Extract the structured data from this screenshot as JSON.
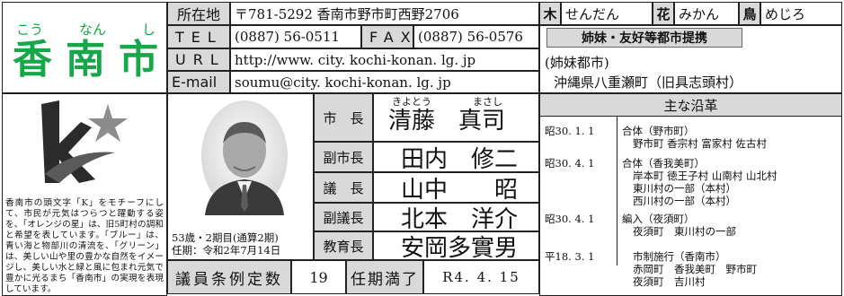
{
  "city": {
    "reading": [
      "こう",
      "なん",
      "し"
    ],
    "name": [
      "香",
      "南",
      "市"
    ]
  },
  "address": {
    "label": "所在地",
    "value": "〒781-5292  香南市野市町西野2706"
  },
  "tel": {
    "label": "TEL",
    "value": "(0887) 56-0511"
  },
  "fax": {
    "label": "FAX",
    "value": "(0887) 56-0576"
  },
  "url": {
    "label": "URL",
    "value": "http://www. city. kochi-konan. lg. jp"
  },
  "email": {
    "label": "E-mail",
    "value": "soumu@city. kochi-konan. lg. jp"
  },
  "symbols": {
    "tree_label": "木",
    "tree": "せんだん",
    "flower_label": "花",
    "flower": "みかん",
    "bird_label": "鳥",
    "bird": "めじろ"
  },
  "sister": {
    "header": "姉妹・友好等都市提携",
    "type": "(姉妹都市)",
    "city": "沖縄県八重瀬町（旧具志頭村）"
  },
  "logo_description": "香南市の頭文字「K」をモチーフにして、市民が元気はつらつと躍動する姿を、「オレンジの星」は、旧5町村の調和と希望を表しています。「ブルー」は、青い海と物部川の清流を、「グリーン」は、美しい山や里の豊かな自然をイメージし、美しい水と緑と風に包まれ元気で豊かに光るまち「香南市」の実現を表現しています。",
  "mayor_term": [
    "53歳・2期目(通算2期)",
    "任期：令和2年7月14日"
  ],
  "officials": [
    {
      "title": "市　長",
      "reading1": "きよとう",
      "reading2": "まさし",
      "name": "清藤　真司"
    },
    {
      "title": "副市長",
      "name": "田内　修二"
    },
    {
      "title": "議　長",
      "name": "山中　　昭"
    },
    {
      "title": "副議長",
      "name": "北本　洋介"
    },
    {
      "title": "教育長",
      "name": "安岡多實男"
    }
  ],
  "council": {
    "label": "議員条例定数",
    "count": "19",
    "expiry_label": "任期満了",
    "expiry": "R4. 4. 15"
  },
  "history": {
    "header": "主な沿革",
    "entries": [
      {
        "date": "昭30. 1. 1",
        "lines": [
          "合体（野市町）",
          "野市町 香宗村 富家村 佐古村"
        ]
      },
      {
        "date": "昭30. 4. 1",
        "lines": [
          "合体（香我美町）",
          "岸本町 徳王子村 山南村 山北村",
          "東川村の一部（本村）",
          "西川村の一部（本村）"
        ]
      },
      {
        "date": "昭30. 4. 1",
        "lines": [
          "編入（夜須町）",
          "夜須町　東川村の一部"
        ]
      },
      {
        "date": "平18. 3. 1",
        "lines": [
          "市制施行（香南市）",
          "赤岡町　香我美町　野市町",
          "夜須町　吉川村"
        ]
      }
    ]
  },
  "colors": {
    "green": "#17a64a",
    "grey": "#d9d9d9",
    "star": "#8c8c8c",
    "k_dark": "#2b2b2b"
  }
}
